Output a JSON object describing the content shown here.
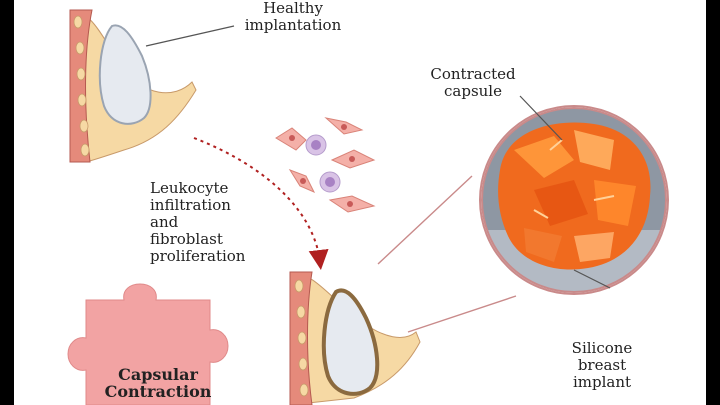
{
  "labels": {
    "healthy": "Healthy\nimplantation",
    "contracted": "Contracted\ncapsule",
    "process": "Leukocyte\ninfiltration\nand\nfibroblast\nproliferation",
    "silicone": "Silicone\nbreast\nimplant",
    "puzzle": "Capsular\nContraction"
  },
  "colors": {
    "skin": "#f6d9a4",
    "muscle": "#e58a7b",
    "implant": "#e6eaf0",
    "capsule_orange": "#f06a1e",
    "puzzle": "#f2a3a3",
    "arrow": "#b02020",
    "frame": "#000000"
  }
}
